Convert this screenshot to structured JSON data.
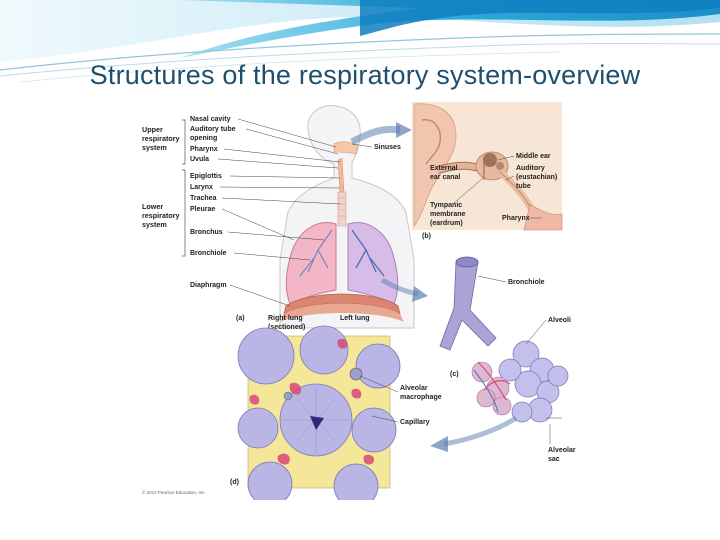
{
  "slide": {
    "title": "Structures of the respiratory system-overview"
  },
  "figure": {
    "panel_a": {
      "panel_letter": "(a)",
      "upper_group": [
        "Upper",
        "respiratory",
        "system"
      ],
      "lower_group": [
        "Lower",
        "respiratory",
        "system"
      ],
      "labels": {
        "nasal_cavity": "Nasal cavity",
        "auditory_tube_opening": [
          "Auditory tube",
          "opening"
        ],
        "pharynx": "Pharynx",
        "uvula": "Uvula",
        "epiglottis": "Epiglottis",
        "larynx": "Larynx",
        "trachea": "Trachea",
        "pleurae": "Pleurae",
        "bronchus": "Bronchus",
        "bronchiole": "Bronchiole",
        "diaphragm": "Diaphragm",
        "sinuses": "Sinuses",
        "right_lung": [
          "Right lung",
          "(sectioned)"
        ],
        "left_lung": "Left lung"
      }
    },
    "panel_b": {
      "panel_letter": "(b)",
      "labels": {
        "external_ear_canal": [
          "External",
          "ear canal"
        ],
        "middle_ear": "Middle ear",
        "auditory_tube": [
          "Auditory",
          "(eustachian)",
          "tube"
        ],
        "tympanic_membrane": [
          "Tympanic",
          "membrane",
          "(eardrum)"
        ],
        "pharynx": "Pharynx"
      }
    },
    "panel_c": {
      "panel_letter": "(c)",
      "labels": {
        "bronchiole": "Bronchiole",
        "alveoli": "Alveoli",
        "alveolar_sac": [
          "Alveolar",
          "sac"
        ]
      }
    },
    "panel_d": {
      "panel_letter": "(d)",
      "labels": {
        "alveolar_macrophage": [
          "Alveolar",
          "macrophage"
        ],
        "capillary": "Capillary"
      }
    },
    "copyright": "© 2012 Pearson Education, Inc."
  },
  "colors": {
    "title": "#1f4e6e",
    "banner_blue": "#1aa3d6",
    "lung_pink": "#f2b6c6",
    "alveoli_lavender": "#b9b6e6",
    "yellow_tissue": "#f5e79a",
    "magenta": "#d9487a",
    "arrow_blue": "#5b7fae"
  }
}
